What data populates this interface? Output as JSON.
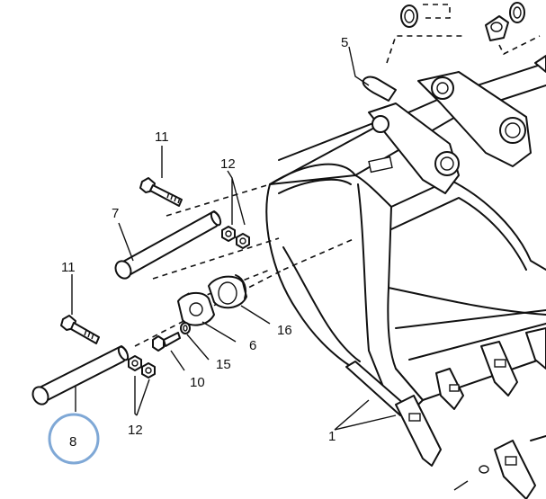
{
  "callouts": {
    "c1": "1",
    "c5": "5",
    "c6": "6",
    "c7": "7",
    "c8": "8",
    "c10": "10",
    "c11_top": "11",
    "c11_bottom": "11",
    "c12_top": "12",
    "c12_bottom": "12",
    "c15": "15",
    "c16": "16"
  },
  "highlight": {
    "target": "8",
    "color": "#7fa8d6"
  }
}
